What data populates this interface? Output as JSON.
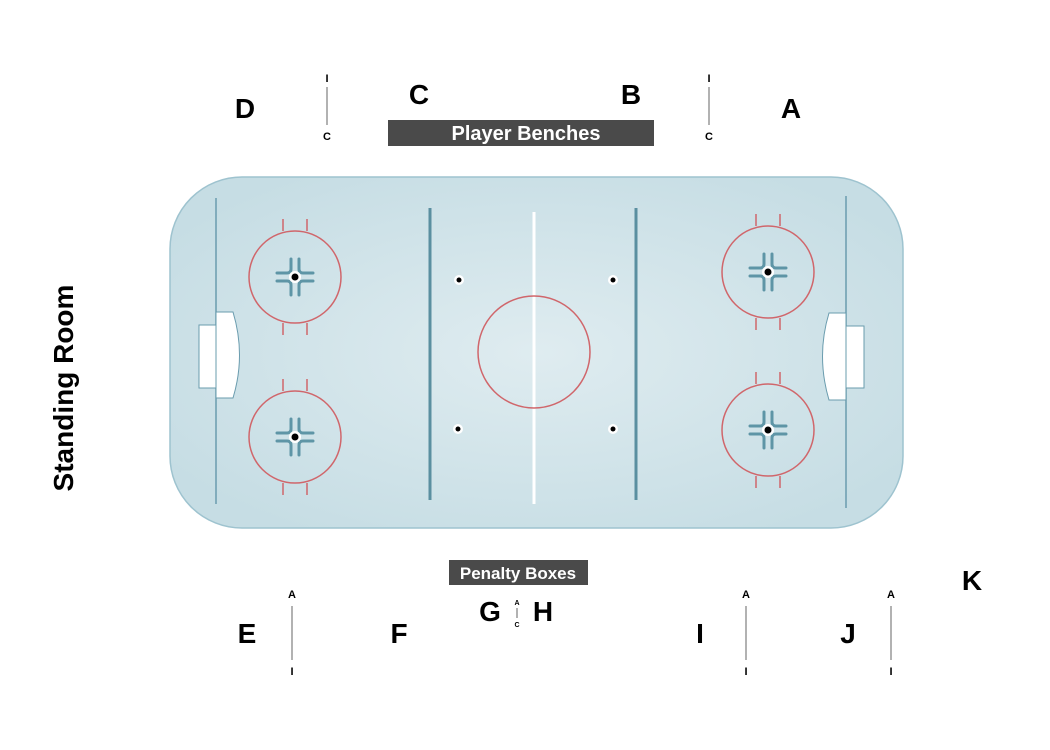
{
  "colors": {
    "ice": "#d3e5ea",
    "rink_border": "#9ec3cf",
    "blue_line": "#5a8fa0",
    "red_line": "#d0666b",
    "label_box": "#4a4a4a"
  },
  "labels": {
    "player_benches": "Player Benches",
    "penalty_boxes": "Penalty Boxes",
    "standing_room": "Standing Room"
  },
  "sections": {
    "A": "A",
    "B": "B",
    "C": "C",
    "D": "D",
    "E": "E",
    "F": "F",
    "G": "G",
    "H": "H",
    "I": "I",
    "J": "J",
    "K": "K"
  },
  "dividers": {
    "top_left": {
      "top": "I",
      "bottom": "C"
    },
    "top_right": {
      "top": "I",
      "bottom": "C"
    },
    "bottom_e": {
      "top": "A",
      "bottom": "I"
    },
    "bottom_gh": {
      "top": "A",
      "bottom": "C"
    },
    "bottom_i": {
      "top": "A",
      "bottom": "I"
    },
    "bottom_j": {
      "top": "A",
      "bottom": "I"
    }
  }
}
